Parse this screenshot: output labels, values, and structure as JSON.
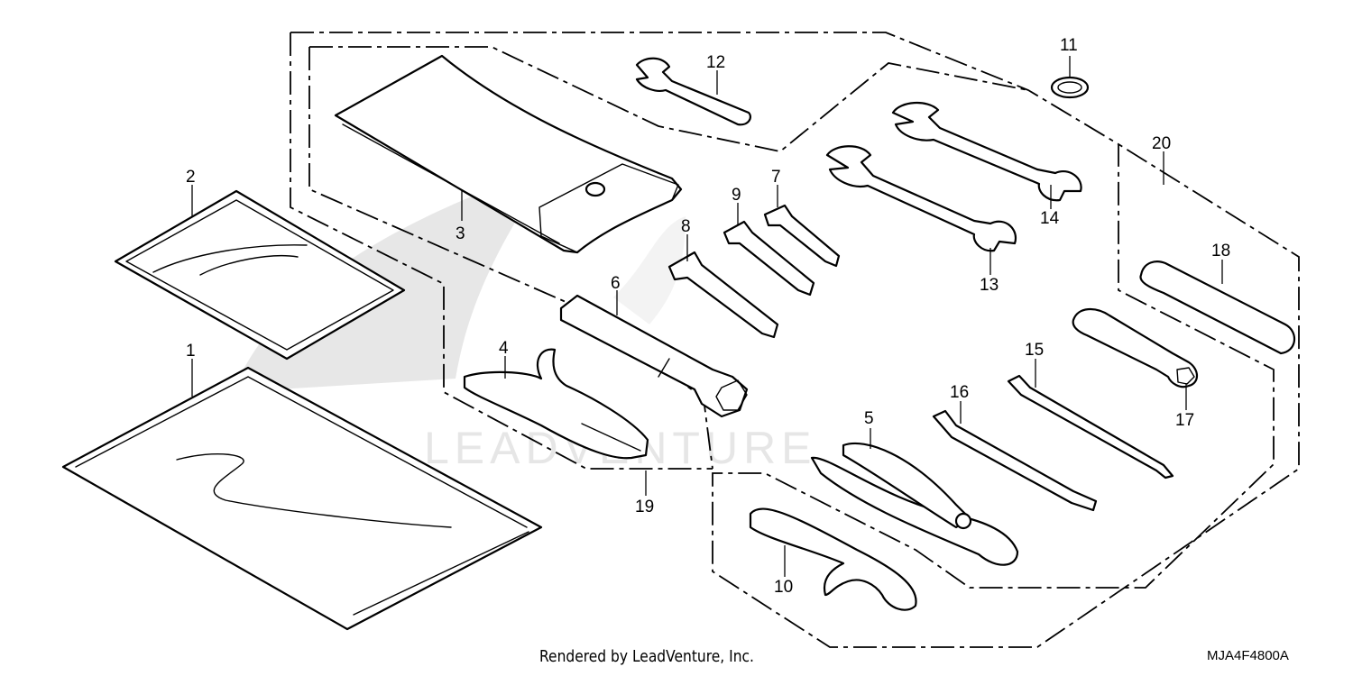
{
  "diagram": {
    "parts": [
      {
        "number": "1",
        "name": "owners-manual-pouch"
      },
      {
        "number": "2",
        "name": "document-bag"
      },
      {
        "number": "3",
        "name": "tool-bag"
      },
      {
        "number": "4",
        "name": "pin-spanner"
      },
      {
        "number": "5",
        "name": "pliers"
      },
      {
        "number": "6",
        "name": "plug-wrench"
      },
      {
        "number": "7",
        "name": "hex-key-small"
      },
      {
        "number": "8",
        "name": "hex-key-large"
      },
      {
        "number": "9",
        "name": "hex-key-medium"
      },
      {
        "number": "10",
        "name": "hook-spanner"
      },
      {
        "number": "11",
        "name": "o-ring"
      },
      {
        "number": "12",
        "name": "small-open-end-wrench"
      },
      {
        "number": "13",
        "name": "open-end-wrench-14x17"
      },
      {
        "number": "14",
        "name": "open-end-wrench-12x14"
      },
      {
        "number": "15",
        "name": "screwdriver-blade-phillips"
      },
      {
        "number": "16",
        "name": "screwdriver-blade-flat"
      },
      {
        "number": "17",
        "name": "screwdriver-handle"
      },
      {
        "number": "18",
        "name": "extension-bar"
      },
      {
        "number": "19",
        "name": "tool-set-bracket"
      },
      {
        "number": "20",
        "name": "tool-kit-assembly"
      }
    ],
    "footer": "Rendered by LeadVenture, Inc.",
    "diagram_code": "MJA4F4800A",
    "watermark": "LEADVENTURE"
  }
}
